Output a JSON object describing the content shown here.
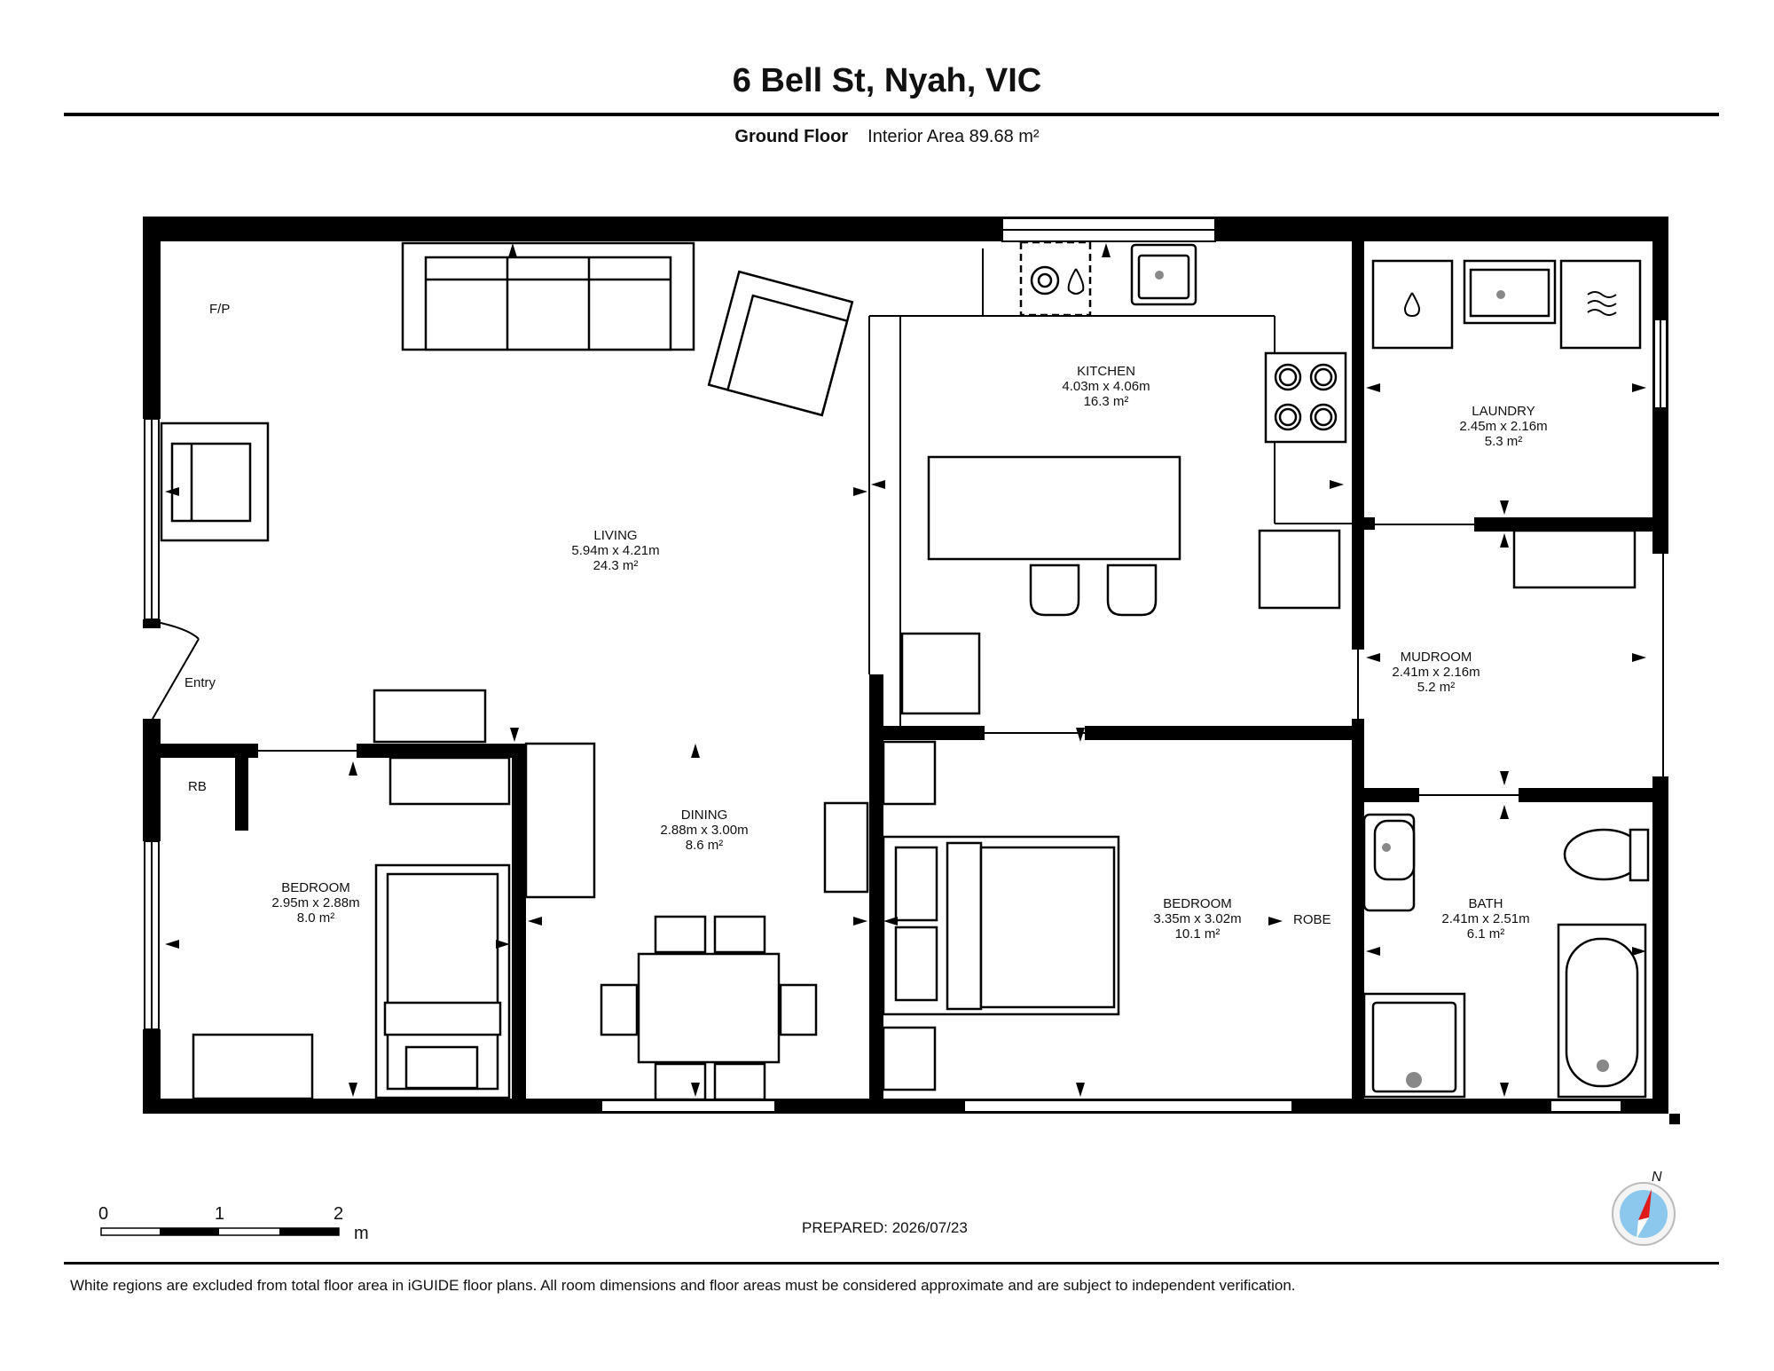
{
  "header": {
    "title": "6 Bell St, Nyah, VIC",
    "floor_name": "Ground Floor",
    "interior_area": "Interior Area 89.68 m²"
  },
  "rooms": {
    "living": {
      "name": "LIVING",
      "dims": "5.94m x 4.21m",
      "area": "24.3 m²"
    },
    "kitchen": {
      "name": "KITCHEN",
      "dims": "4.03m x 4.06m",
      "area": "16.3 m²"
    },
    "laundry": {
      "name": "LAUNDRY",
      "dims": "2.45m x 2.16m",
      "area": "5.3 m²"
    },
    "mudroom": {
      "name": "MUDROOM",
      "dims": "2.41m x 2.16m",
      "area": "5.2 m²"
    },
    "dining": {
      "name": "DINING",
      "dims": "2.88m x 3.00m",
      "area": "8.6 m²"
    },
    "bedroom1": {
      "name": "BEDROOM",
      "dims": "2.95m x 2.88m",
      "area": "8.0 m²"
    },
    "bedroom2": {
      "name": "BEDROOM",
      "dims": "3.35m x 3.02m",
      "area": "10.1 m²"
    },
    "bath": {
      "name": "BATH",
      "dims": "2.41m x 2.51m",
      "area": "6.1 m²"
    }
  },
  "tags": {
    "fp": "F/P",
    "entry": "Entry",
    "rb": "RB",
    "robe": "ROBE"
  },
  "scale_bar": {
    "ticks": [
      "0",
      "1",
      "2"
    ],
    "unit": "m"
  },
  "compass": {
    "label": "N"
  },
  "footer": {
    "prepared": "PREPARED: 2026/07/23",
    "disclaimer": "White regions are excluded from total floor area in iGUIDE floor plans. All room dimensions and floor areas must be considered approximate and are subject to independent verification."
  }
}
